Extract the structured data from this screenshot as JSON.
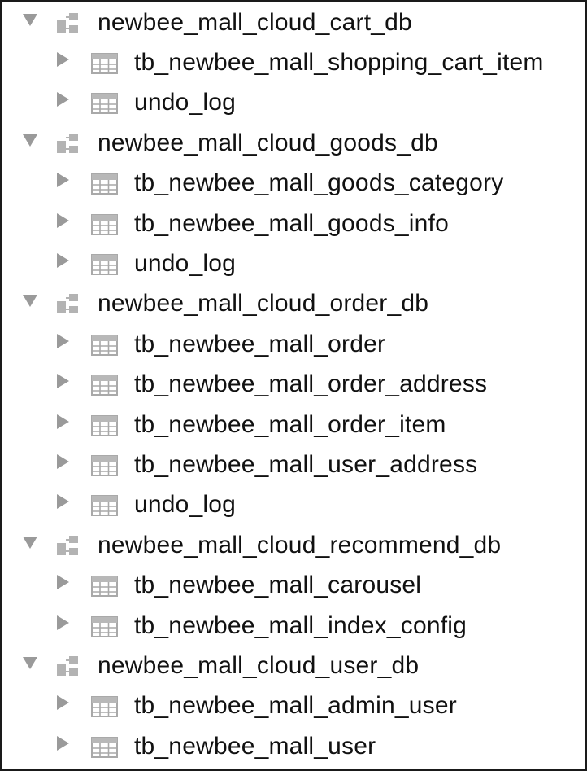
{
  "tree": {
    "databases": [
      {
        "name": "newbee_mall_cloud_cart_db",
        "tables": [
          "tb_newbee_mall_shopping_cart_item",
          "undo_log"
        ]
      },
      {
        "name": "newbee_mall_cloud_goods_db",
        "tables": [
          "tb_newbee_mall_goods_category",
          "tb_newbee_mall_goods_info",
          "undo_log"
        ]
      },
      {
        "name": "newbee_mall_cloud_order_db",
        "tables": [
          "tb_newbee_mall_order",
          "tb_newbee_mall_order_address",
          "tb_newbee_mall_order_item",
          "tb_newbee_mall_user_address",
          "undo_log"
        ]
      },
      {
        "name": "newbee_mall_cloud_recommend_db",
        "tables": [
          "tb_newbee_mall_carousel",
          "tb_newbee_mall_index_config"
        ]
      },
      {
        "name": "newbee_mall_cloud_user_db",
        "tables": [
          "tb_newbee_mall_admin_user",
          "tb_newbee_mall_user"
        ]
      }
    ],
    "icons": {
      "database": "schema-icon",
      "table": "table-icon",
      "expanded": "triangle-down-icon",
      "collapsed": "triangle-right-icon"
    },
    "colors": {
      "arrow": "#9a9a9a",
      "icon": "#a9a9a9",
      "text": "#111111",
      "border": "#1a1a1a"
    }
  }
}
